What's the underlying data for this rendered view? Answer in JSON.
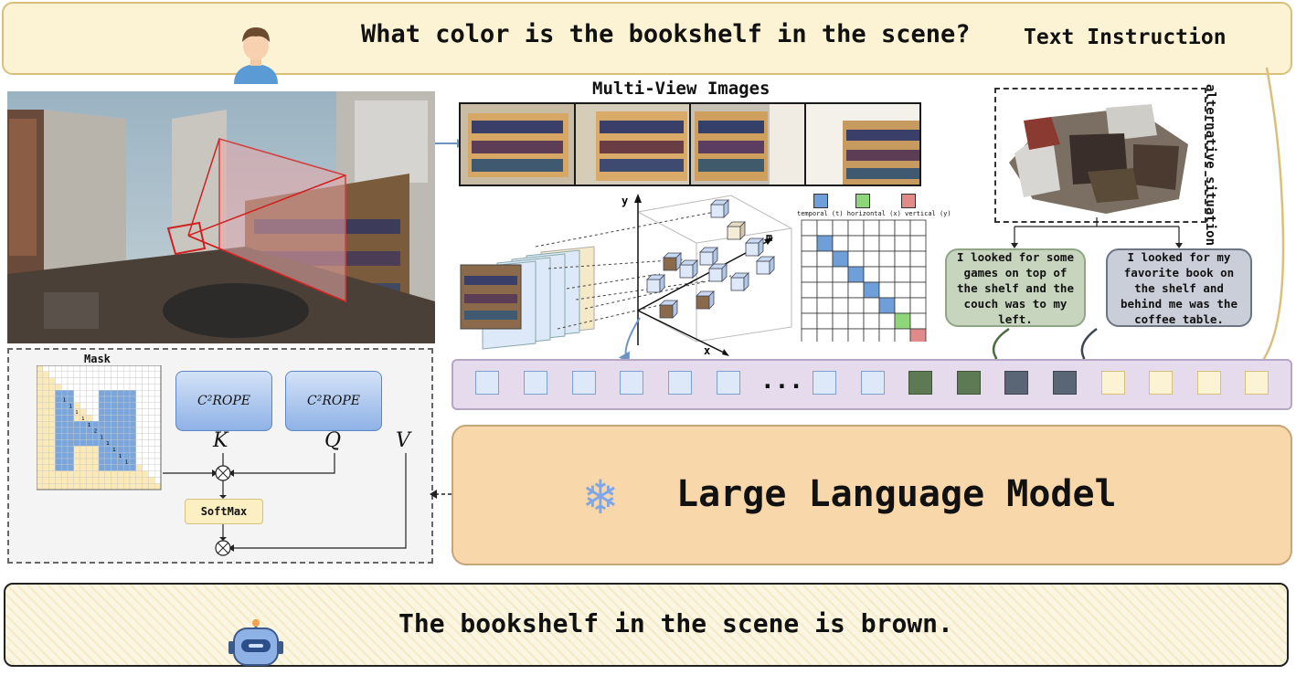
{
  "header": {
    "question": "What color is the bookshelf in the scene?",
    "label": "Text Instruction"
  },
  "multiview": {
    "title": "Multi-View Images"
  },
  "axes_3d": {
    "y": "y",
    "x": "x",
    "m": "m"
  },
  "position_legend": {
    "temporal": "temporal (t)",
    "horizontal": "horizontal (x)",
    "vertical": "vertical (y)"
  },
  "situation": {
    "label": "alternative situation",
    "bubble_1": "I looked for some games on top of the shelf and the couch was to my left.",
    "bubble_2": "I looked for my favorite book on the shelf and behind me was the coffee table."
  },
  "attention": {
    "mask_title": "Mask",
    "rope_k": "C²ROPE",
    "rope_q": "C²ROPE",
    "k": "K",
    "q": "Q",
    "v": "V",
    "softmax": "SoftMax",
    "mask_digits": [
      "1",
      "1",
      "1",
      "1",
      "1",
      "2",
      "1",
      "1",
      "1",
      "1",
      "1"
    ]
  },
  "tokens": {
    "ellipsis": "..."
  },
  "model": {
    "name": "Large Language Model"
  },
  "answer": {
    "text": "The bookshelf in the scene is brown."
  },
  "colors": {
    "instruction_bg": "#fcf3d4",
    "token_bar_bg": "#e6dbec",
    "llm_bg": "#f8d8aa",
    "visual_token": "#dde8f8",
    "green_token": "#5e7a54",
    "slate_token": "#5a6675",
    "text_token": "#fcf3d4",
    "temporal": "#6f9fd8",
    "horizontal": "#8fd67a",
    "vertical": "#e08a8a"
  },
  "icons": [
    "user-icon",
    "robot-icon",
    "snowflake-icon",
    "multiply-icon"
  ]
}
